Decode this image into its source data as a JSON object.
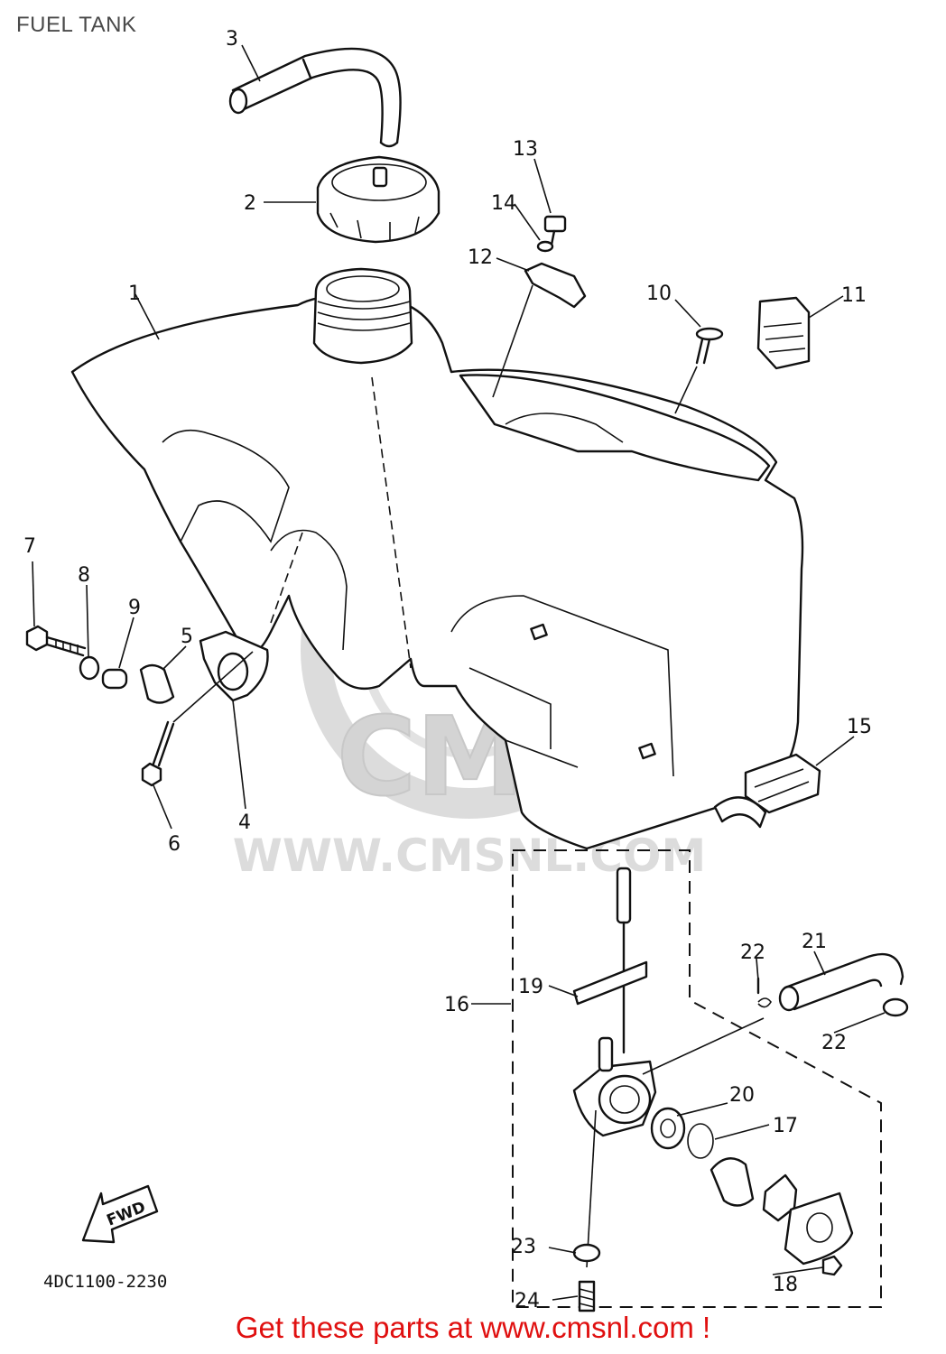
{
  "page_title": "FUEL TANK",
  "diagram_code": "4DC1100-2230",
  "fwd_label": "FWD",
  "watermark": {
    "logo_text": "CMS",
    "url_text": "WWW.CMSNL.COM",
    "color": "#d9d9d9"
  },
  "footer_text": "Get these parts at www.cmsnl.com !",
  "footer_color": "#e01010",
  "callouts": {
    "c1": "1",
    "c2": "2",
    "c3": "3",
    "c4": "4",
    "c5": "5",
    "c6": "6",
    "c7": "7",
    "c8": "8",
    "c9": "9",
    "c10": "10",
    "c11": "11",
    "c12": "12",
    "c13": "13",
    "c14": "14",
    "c15": "15",
    "c16": "16",
    "c17": "17",
    "c18": "18",
    "c19": "19",
    "c20": "20",
    "c21": "21",
    "c22a": "22",
    "c22b": "22",
    "c23": "23",
    "c24": "24"
  }
}
